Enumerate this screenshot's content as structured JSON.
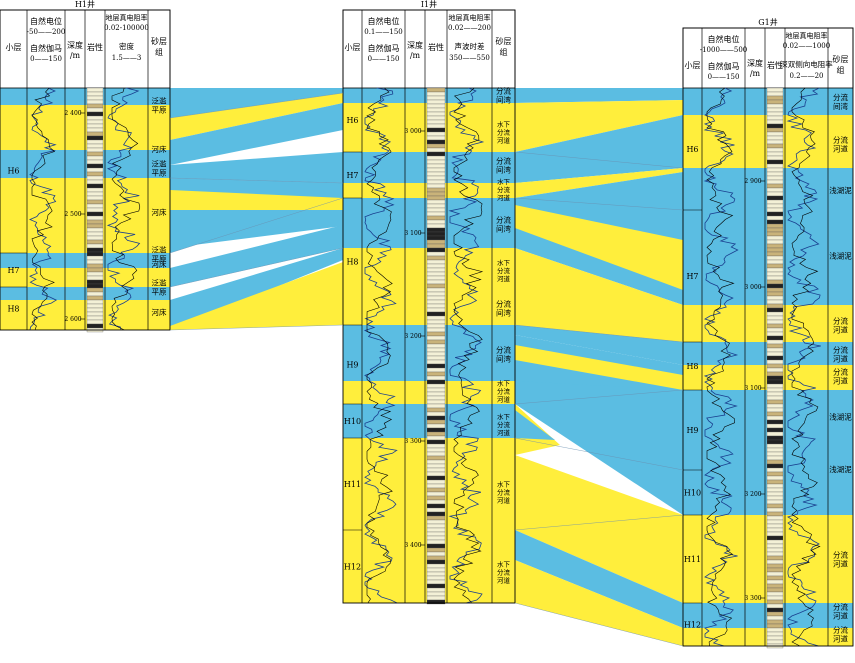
{
  "colors": {
    "sand": "#ffee3c",
    "mud": "#5bbde2",
    "header_bg": "#ffffff",
    "line": "#000000",
    "curve": "#1a3f8f"
  },
  "wells": [
    {
      "id": "h1",
      "title": "H1井",
      "headers": {
        "layer": "小层",
        "curve1_a": "自然电位",
        "curve1_a_range": "-50——200",
        "curve1_b": "自然伽马",
        "curve1_b_range": "0——150",
        "depth": "深度/m",
        "lith": "岩性",
        "curve2_a": "地层真电阻率",
        "curve2_a_range": "0.02-100000",
        "curve2_b": "密度",
        "curve2_b_range": "1.5——3",
        "sand_group": "砂层组"
      },
      "layers": [
        "H6",
        "H7",
        "H8"
      ],
      "depth_ticks": [
        "2 400",
        "2 500",
        "2 600"
      ],
      "facies": [
        "泛滥平原",
        "河床",
        "泛滥平原",
        "河床",
        "泛滥平原",
        "河床",
        "泛滥平原",
        "河床"
      ]
    },
    {
      "id": "i1",
      "title": "I1井",
      "headers": {
        "layer": "小层",
        "curve1_a": "自然电位",
        "curve1_a_range": "0.1——150",
        "curve1_b": "自然伽马",
        "curve1_b_range": "0——150",
        "depth": "深度/m",
        "lith": "岩性",
        "curve2_a": "地层真电阻率",
        "curve2_a_range": "0.02——200",
        "curve2_b": "声波时差",
        "curve2_b_range": "350——550",
        "sand_group": "砂层组"
      },
      "layers": [
        "H6",
        "H7",
        "H8",
        "H9",
        "H10",
        "H11",
        "H12"
      ],
      "depth_ticks": [
        "3 000",
        "3 100",
        "3 200",
        "3 300",
        "3 400"
      ],
      "facies": [
        "分流间湾",
        "水下分流河道",
        "分流间湾",
        "水下分流河道",
        "分流间湾",
        "水下分流河道",
        "分流间湾",
        "分流间湾",
        "水下分流河道",
        "水下分流河道",
        "水下分流河道",
        "水下分流河道"
      ]
    },
    {
      "id": "g1",
      "title": "G1井",
      "headers": {
        "layer": "小层",
        "curve1_a": "自然电位",
        "curve1_a_range": "-1000——500",
        "curve1_b": "自然伽马",
        "curve1_b_range": "0——150",
        "depth": "深度/m",
        "lith": "岩性",
        "curve2_a": "地层真电阻率",
        "curve2_a_range": "0.02——1000",
        "curve2_b": "深双侧向电阻率",
        "curve2_b_range": "0.2——20",
        "sand_group": "砂层组"
      },
      "layers": [
        "H6",
        "H7",
        "H8",
        "H9",
        "H10",
        "H11",
        "H12"
      ],
      "depth_ticks": [
        "2 900",
        "3 000",
        "3 100",
        "3 200",
        "3 300"
      ],
      "facies": [
        "分流间湾",
        "分流河道",
        "浅湖泥",
        "浅湖泥",
        "分流河道",
        "分流河道",
        "分流河道",
        "浅湖泥",
        "浅湖泥",
        "分流河道",
        "分流河道",
        "分流河道"
      ]
    }
  ]
}
